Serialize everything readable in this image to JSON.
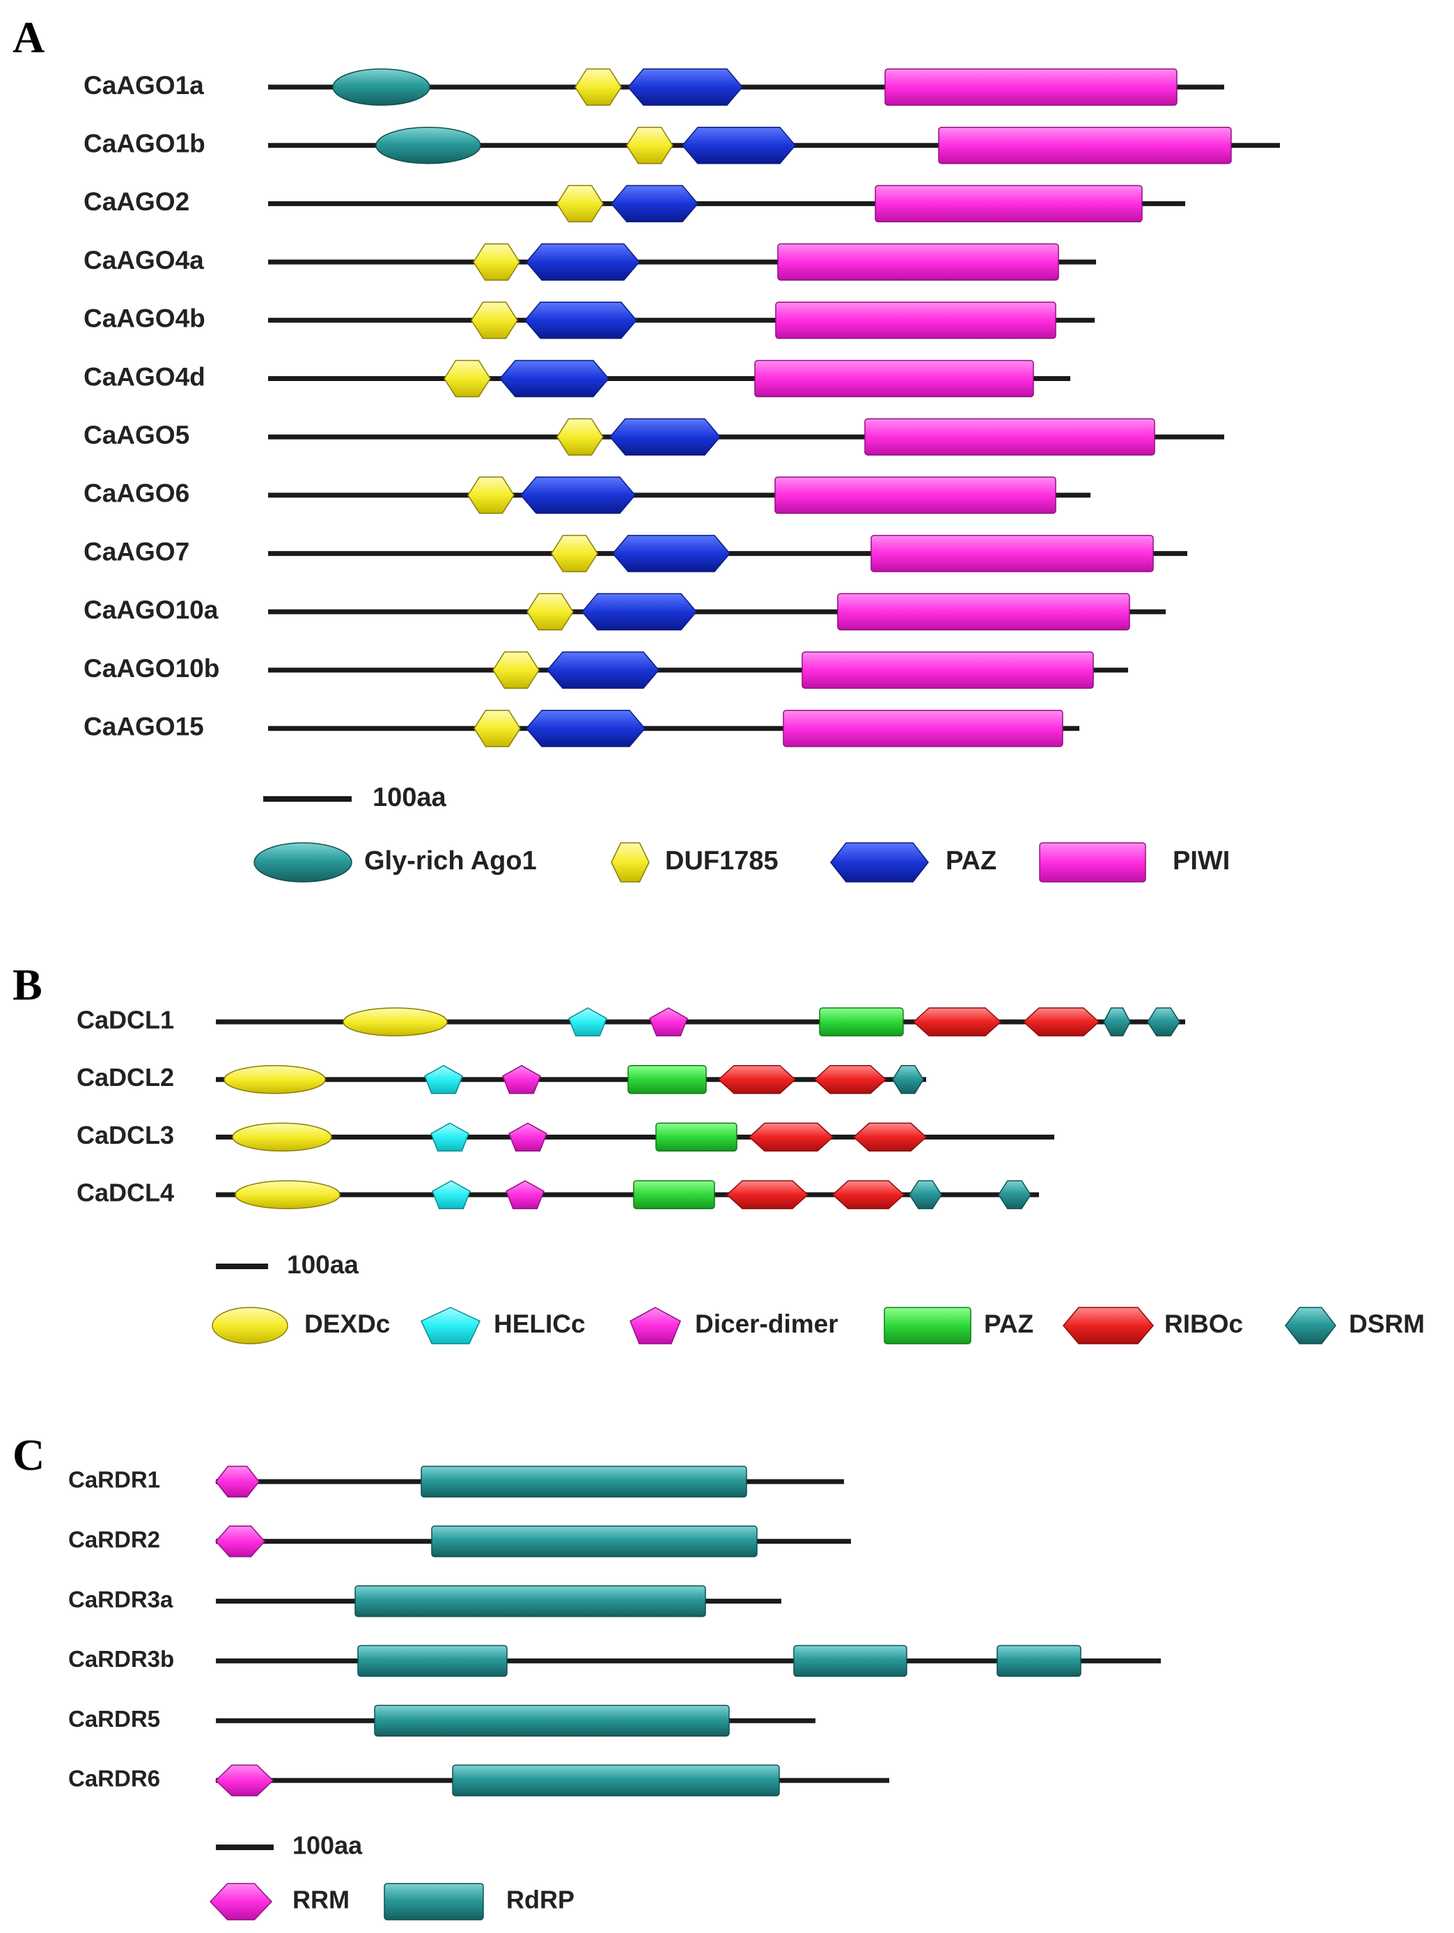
{
  "panels": [
    {
      "letter": "A",
      "scale_label": "100aa",
      "proteins": [
        {
          "name": "CaAGO1a"
        },
        {
          "name": "CaAGO1b"
        },
        {
          "name": "CaAGO2"
        },
        {
          "name": "CaAGO4a"
        },
        {
          "name": "CaAGO4b"
        },
        {
          "name": "CaAGO4d"
        },
        {
          "name": "CaAGO5"
        },
        {
          "name": "CaAGO6"
        },
        {
          "name": "CaAGO7"
        },
        {
          "name": "CaAGO10a"
        },
        {
          "name": "CaAGO10b"
        },
        {
          "name": "CaAGO15"
        }
      ],
      "legend": [
        {
          "label": "Gly-rich Ago1",
          "shape": "ellipse",
          "color": "#2a9a9a"
        },
        {
          "label": "DUF1785",
          "shape": "hexagon",
          "color": "#f5ec2a"
        },
        {
          "label": "PAZ",
          "shape": "flat-hexagon",
          "color": "#1a35d8"
        },
        {
          "label": "PIWI",
          "shape": "bar",
          "color": "#ff2ee0"
        }
      ]
    },
    {
      "letter": "B",
      "scale_label": "100aa",
      "proteins": [
        {
          "name": "CaDCL1"
        },
        {
          "name": "CaDCL2"
        },
        {
          "name": "CaDCL3"
        },
        {
          "name": "CaDCL4"
        }
      ],
      "legend": [
        {
          "label": "DEXDc",
          "shape": "ellipse",
          "color": "#f7f02a"
        },
        {
          "label": "HELICc",
          "shape": "pentagon",
          "color": "#2af0f5"
        },
        {
          "label": "Dicer-dimer",
          "shape": "pentagon",
          "color": "#ee2ad8"
        },
        {
          "label": "PAZ",
          "shape": "bar",
          "color": "#2fd83a"
        },
        {
          "label": "RIBOc",
          "shape": "flat-hexagon",
          "color": "#ee2222"
        },
        {
          "label": "DSRM",
          "shape": "hexagon-h",
          "color": "#2a9a9a"
        }
      ]
    },
    {
      "letter": "C",
      "scale_label": "100aa",
      "proteins": [
        {
          "name": "CaRDR1"
        },
        {
          "name": "CaRDR2"
        },
        {
          "name": "CaRDR3a"
        },
        {
          "name": "CaRDR3b"
        },
        {
          "name": "CaRDR5"
        },
        {
          "name": "CaRDR6"
        }
      ],
      "legend": [
        {
          "label": "RRM",
          "shape": "hexagon-h",
          "color": "#ff2ee0"
        },
        {
          "label": "RdRP",
          "shape": "bar",
          "color": "#2a9a9a"
        }
      ]
    }
  ]
}
